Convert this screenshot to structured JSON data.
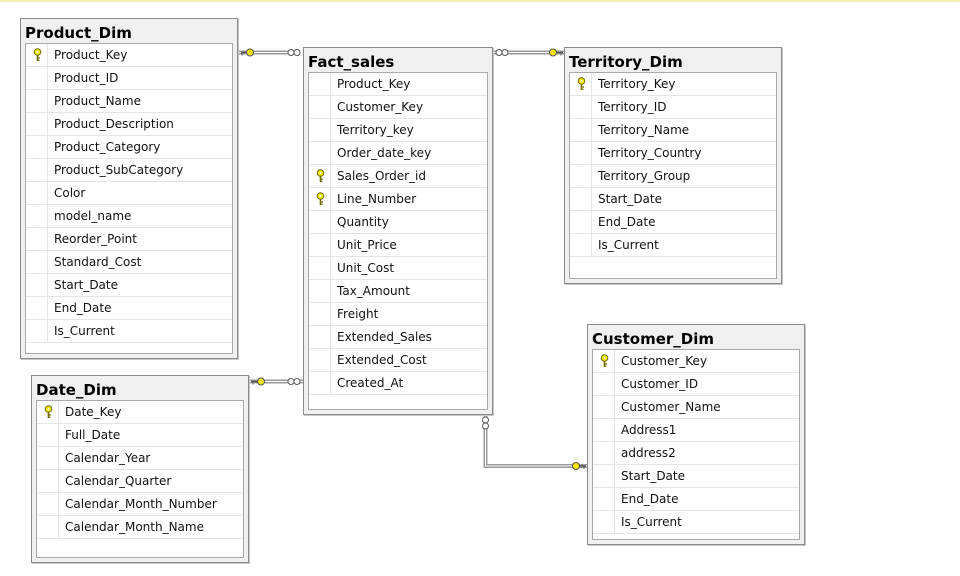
{
  "tables": {
    "product_dim": {
      "title": "Product_Dim",
      "columns": [
        {
          "name": "Product_Key",
          "key": true
        },
        {
          "name": "Product_ID",
          "key": false
        },
        {
          "name": "Product_Name",
          "key": false
        },
        {
          "name": "Product_Description",
          "key": false
        },
        {
          "name": "Product_Category",
          "key": false
        },
        {
          "name": "Product_SubCategory",
          "key": false
        },
        {
          "name": "Color",
          "key": false
        },
        {
          "name": "model_name",
          "key": false
        },
        {
          "name": "Reorder_Point",
          "key": false
        },
        {
          "name": "Standard_Cost",
          "key": false
        },
        {
          "name": "Start_Date",
          "key": false
        },
        {
          "name": "End_Date",
          "key": false
        },
        {
          "name": "Is_Current",
          "key": false
        }
      ]
    },
    "fact_sales": {
      "title": "Fact_sales",
      "columns": [
        {
          "name": "Product_Key",
          "key": false
        },
        {
          "name": "Customer_Key",
          "key": false
        },
        {
          "name": "Territory_key",
          "key": false
        },
        {
          "name": "Order_date_key",
          "key": false
        },
        {
          "name": "Sales_Order_id",
          "key": true
        },
        {
          "name": "Line_Number",
          "key": true
        },
        {
          "name": "Quantity",
          "key": false
        },
        {
          "name": "Unit_Price",
          "key": false
        },
        {
          "name": "Unit_Cost",
          "key": false
        },
        {
          "name": "Tax_Amount",
          "key": false
        },
        {
          "name": "Freight",
          "key": false
        },
        {
          "name": "Extended_Sales",
          "key": false
        },
        {
          "name": "Extended_Cost",
          "key": false
        },
        {
          "name": "Created_At",
          "key": false
        }
      ]
    },
    "territory_dim": {
      "title": "Territory_Dim",
      "columns": [
        {
          "name": "Territory_Key",
          "key": true
        },
        {
          "name": "Territory_ID",
          "key": false
        },
        {
          "name": "Territory_Name",
          "key": false
        },
        {
          "name": "Territory_Country",
          "key": false
        },
        {
          "name": "Territory_Group",
          "key": false
        },
        {
          "name": "Start_Date",
          "key": false
        },
        {
          "name": "End_Date",
          "key": false
        },
        {
          "name": "Is_Current",
          "key": false
        }
      ]
    },
    "date_dim": {
      "title": "Date_Dim",
      "columns": [
        {
          "name": "Date_Key",
          "key": true
        },
        {
          "name": "Full_Date",
          "key": false
        },
        {
          "name": "Calendar_Year",
          "key": false
        },
        {
          "name": "Calendar_Quarter",
          "key": false
        },
        {
          "name": "Calendar_Month_Number",
          "key": false
        },
        {
          "name": "Calendar_Month_Name",
          "key": false
        }
      ]
    },
    "customer_dim": {
      "title": "Customer_Dim",
      "columns": [
        {
          "name": "Customer_Key",
          "key": true
        },
        {
          "name": "Customer_ID",
          "key": false
        },
        {
          "name": "Customer_Name",
          "key": false
        },
        {
          "name": "Address1",
          "key": false
        },
        {
          "name": "address2",
          "key": false
        },
        {
          "name": "Start_Date",
          "key": false
        },
        {
          "name": "End_Date",
          "key": false
        },
        {
          "name": "Is_Current",
          "key": false
        }
      ]
    }
  },
  "relationships": [
    {
      "name": "product-to-fact",
      "one": "Product_Dim",
      "many": "Fact_sales"
    },
    {
      "name": "territory-to-fact",
      "one": "Territory_Dim",
      "many": "Fact_sales"
    },
    {
      "name": "date-to-fact",
      "one": "Date_Dim",
      "many": "Fact_sales"
    },
    {
      "name": "customer-to-fact",
      "one": "Customer_Dim",
      "many": "Fact_sales"
    }
  ],
  "colors": {
    "key_icon": "#f5e600",
    "connector_line": "#9a9a9a",
    "box_border": "#8a8a8a",
    "box_background": "#f0f0f0"
  }
}
